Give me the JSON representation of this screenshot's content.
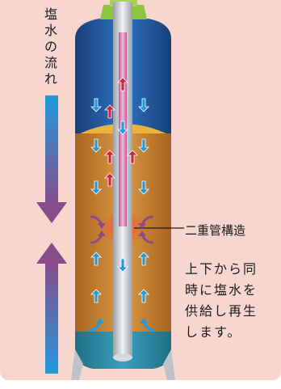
{
  "colors": {
    "background": "#f9d6cd",
    "tank_top_blue": "#1f5aa0",
    "tank_bottom_teal": "#2f8da8",
    "resin_orange": "#c9872f",
    "cap_yellow": "#e8c23a",
    "arrow_blue": "#1e9be0",
    "arrow_red": "#d81e3a",
    "arrow_purple": "#8a4a8c"
  },
  "flow_label": [
    "塩",
    "水",
    "の",
    "流",
    "れ"
  ],
  "callout_label": "二重管構造",
  "description_lines": [
    "上下から同",
    "時に塩水を",
    "供給し再生",
    "します。"
  ],
  "icons": {
    "down_arrow": "down-arrow-icon",
    "up_arrow": "up-arrow-icon",
    "curved_arrow": "curved-arrow-icon"
  }
}
